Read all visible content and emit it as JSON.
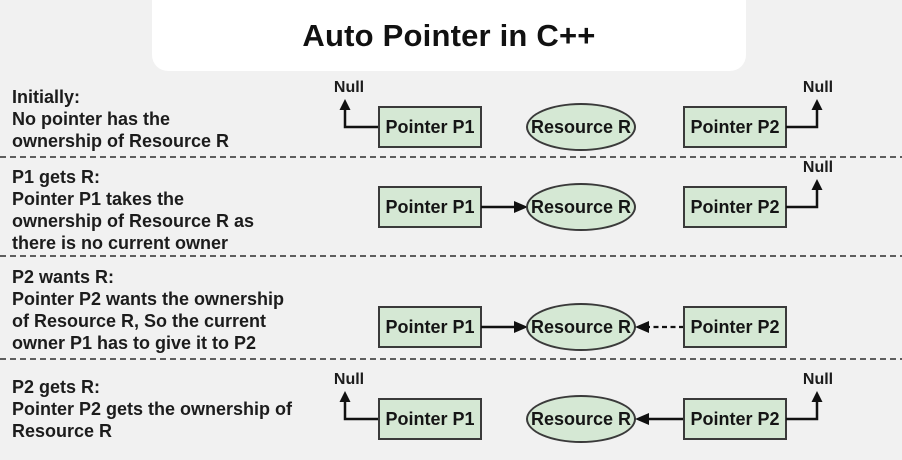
{
  "title": "Auto Pointer in C++",
  "labels": {
    "pointer_p1": "Pointer P1",
    "pointer_p2": "Pointer P2",
    "resource": "Resource R",
    "null_value": "Null"
  },
  "rows": [
    {
      "heading": "Initially:",
      "lines": [
        "No pointer has the",
        "ownership of Resource R"
      ],
      "state": "P1 -> Null, P2 -> Null"
    },
    {
      "heading": "P1 gets R:",
      "lines": [
        "Pointer P1 takes the",
        "ownership of Resource R as",
        "there is no current owner"
      ],
      "state": "P1 -> Resource R, P2 -> Null"
    },
    {
      "heading": "P2 wants R:",
      "lines": [
        "Pointer P2 wants the ownership",
        "of Resource R, So the current",
        "owner P1 has to give it to P2"
      ],
      "state": "P1 -> Resource R, P2 requests Resource R"
    },
    {
      "heading": "P2 gets R:",
      "lines": [
        "Pointer P2 gets the ownership of",
        "Resource R"
      ],
      "state": "P1 -> Null, P2 -> Resource R"
    }
  ],
  "colors": {
    "background": "#f1f1f1",
    "node_fill": "#d5e8d4",
    "node_border": "#3a3a3a",
    "arrow": "#111111",
    "text": "#1c1c1c",
    "title_card": "#ffffff"
  }
}
